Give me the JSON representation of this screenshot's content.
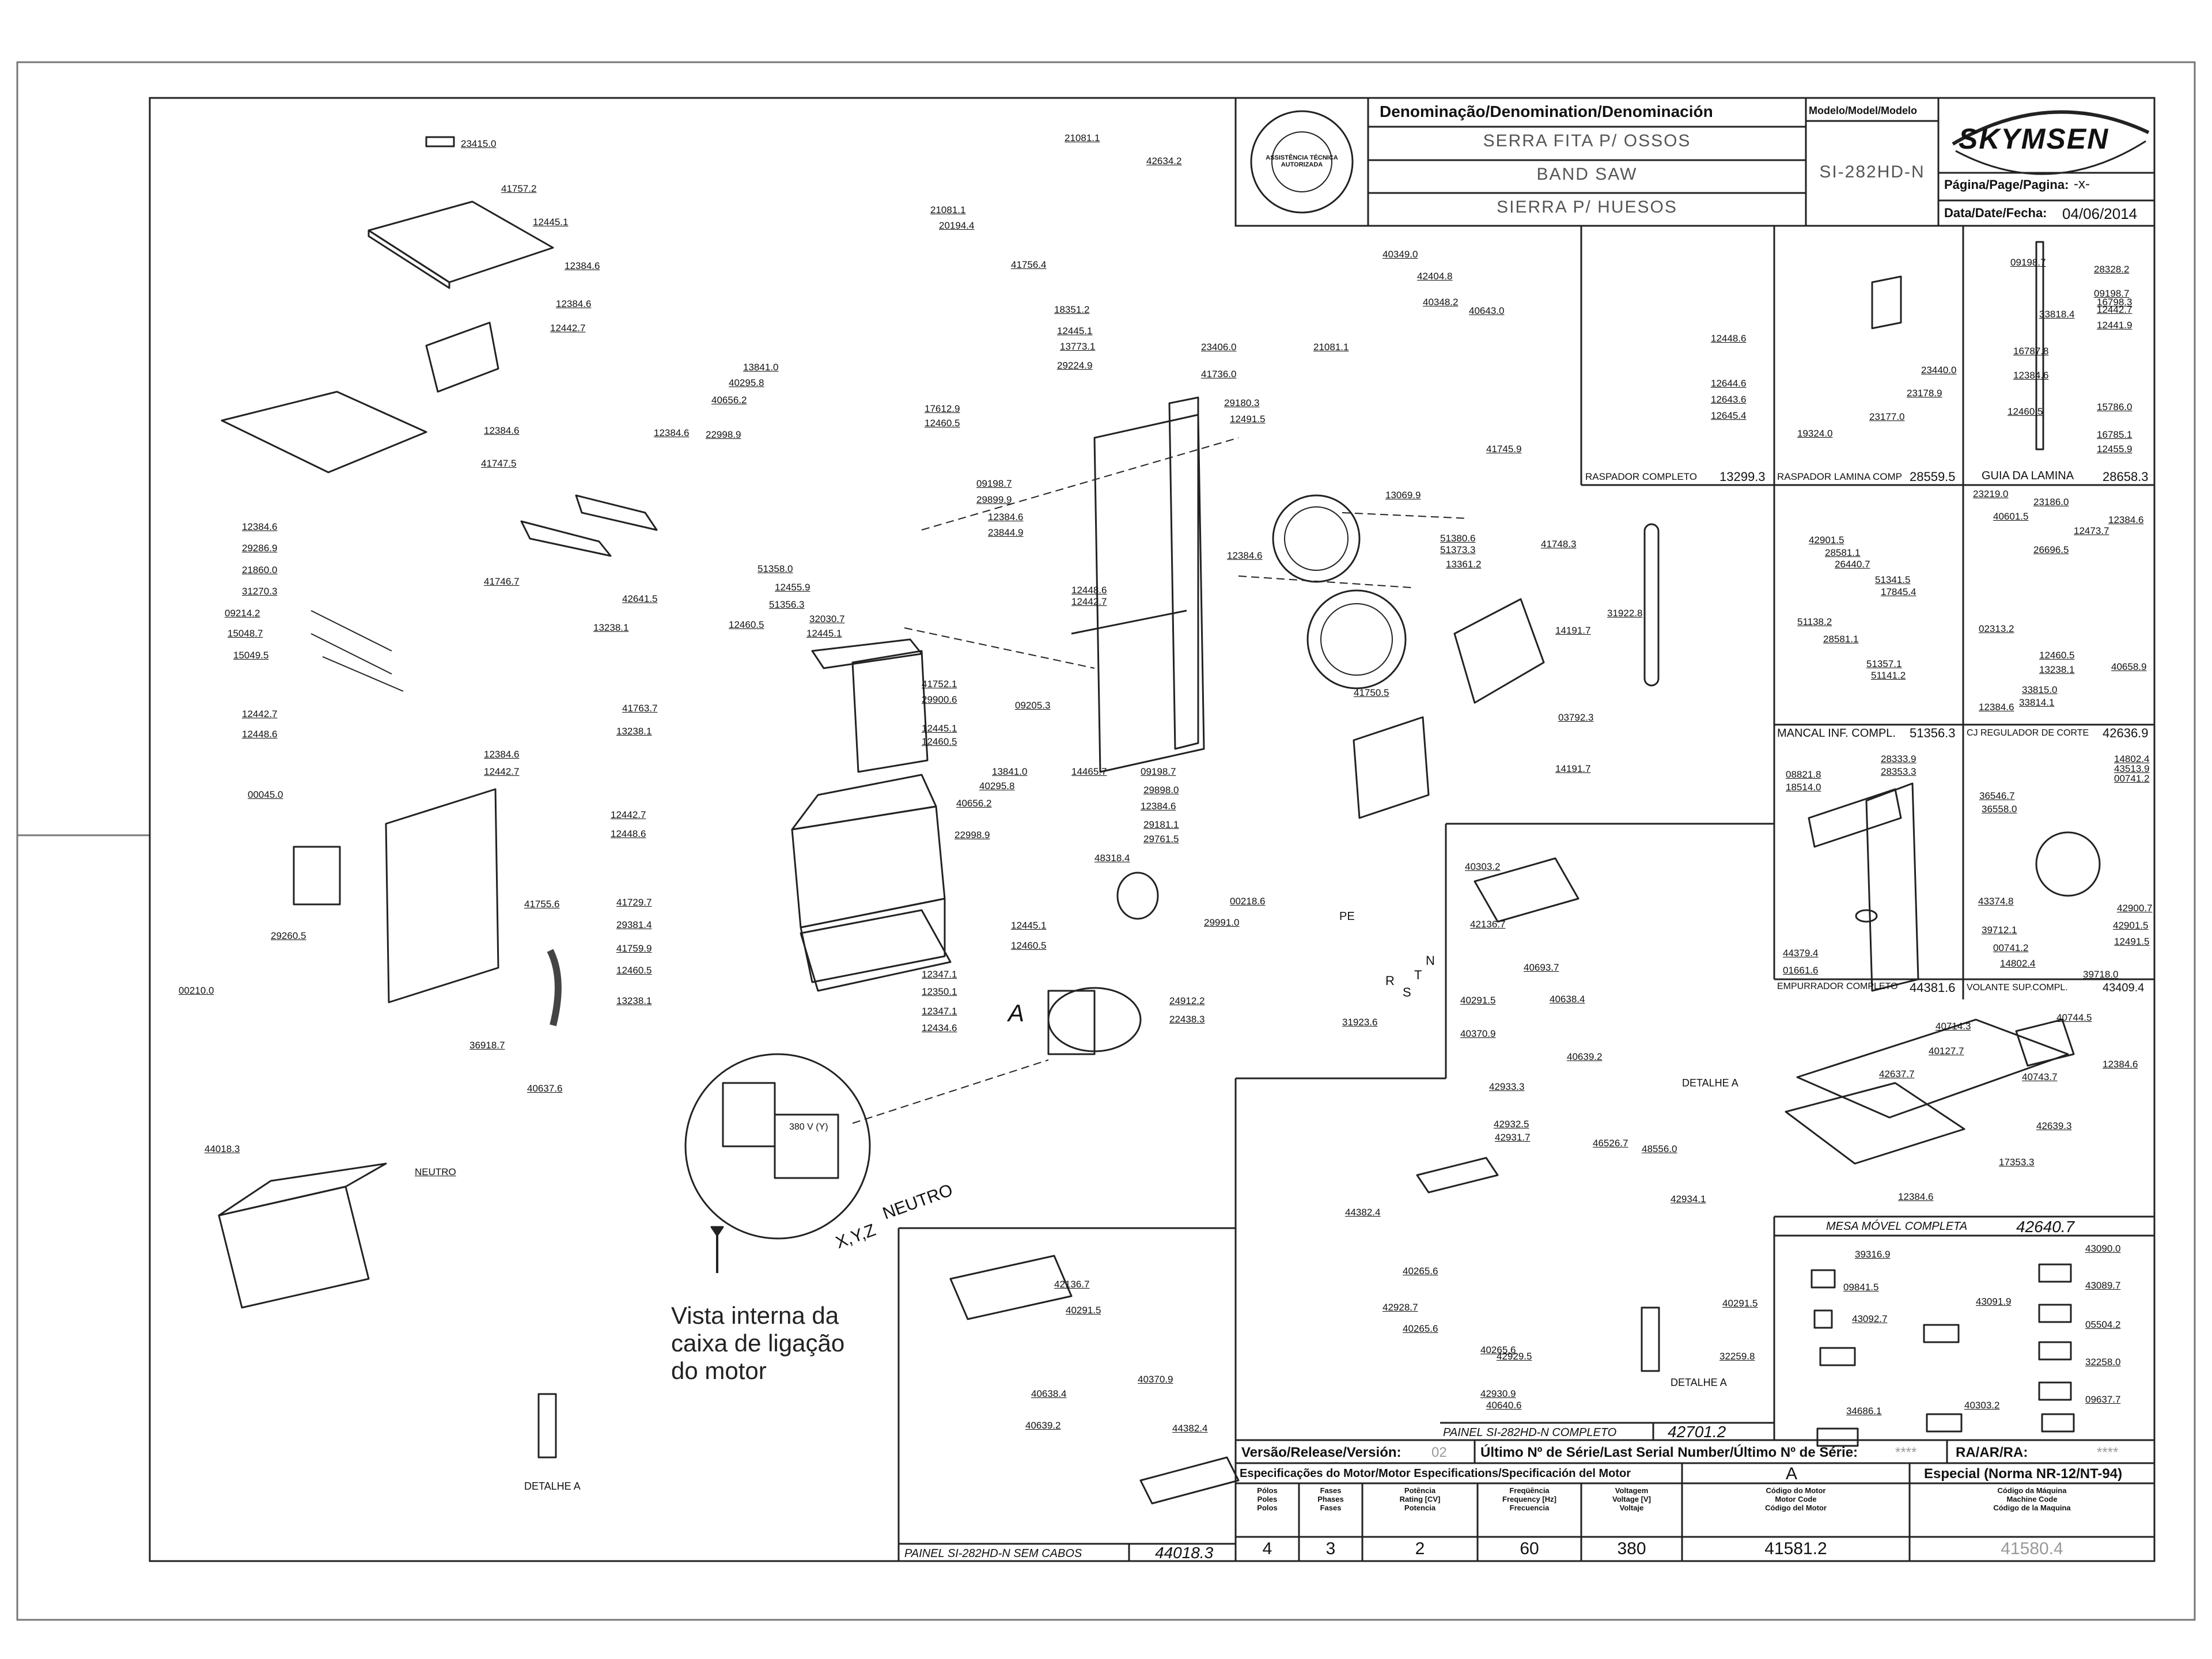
{
  "title_block": {
    "denomination_label": "Denominação/Denomination/Denominación",
    "names": [
      "SERRA FITA P/ OSSOS",
      "BAND SAW",
      "SIERRA P/ HUESOS"
    ],
    "model_label": "Modelo/Model/Modelo",
    "model": "SI-282HD-N",
    "brand": "SKYMSEN",
    "page_label": "Página/Page/Pagina:",
    "page_value": "-x-",
    "date_label": "Data/Date/Fecha:",
    "date_value": "04/06/2014",
    "seal_text": "ASSISTÊNCIA TÉCNICA AUTORIZADA"
  },
  "bottom_table": {
    "version_label": "Versão/Release/Versión:",
    "version_value": "02",
    "serial_label": "Último Nº de Série/Last Serial Number/Último Nº de Série:",
    "serial_value": "****",
    "ra_label": "RA/AR/RA:",
    "ra_value": "****",
    "motor_spec_label": "Especificações do Motor/Motor Especifications/Specificación del Motor",
    "motor_letter": "A",
    "special_label": "Especial (Norma NR-12/NT-94)",
    "columns": [
      {
        "header": "Pólos\nPoles\nPolos",
        "value": "4"
      },
      {
        "header": "Fases\nPhases\nFases",
        "value": "3"
      },
      {
        "header": "Potência\nRating [CV]\nPotencia",
        "value": "2"
      },
      {
        "header": "Freqüência\nFrequency [Hz]\nFrecuencia",
        "value": "60"
      },
      {
        "header": "Voltagem\nVoltage [V]\nVoltaje",
        "value": "380"
      },
      {
        "header": "Código do Motor\nMotor Code\nCódigo del Motor",
        "value": "41581.2"
      },
      {
        "header": "Código da Máquina\nMachine Code\nCódigo de la Maquina",
        "value": "41580.4"
      }
    ]
  },
  "subassembly_labels": [
    {
      "name": "RASPADOR COMPLETO",
      "code": "13299.3"
    },
    {
      "name": "RASPADOR LAMINA COMP",
      "code": "28559.5"
    },
    {
      "name": "GUIA DA LAMINA",
      "code": "28658.3"
    },
    {
      "name": "MANCAL INF. COMPL.",
      "code": "51356.3"
    },
    {
      "name": "CJ REGULADOR DE CORTE",
      "code": "42636.9"
    },
    {
      "name": "EMPURRADOR COMPLETO",
      "code": "44381.6"
    },
    {
      "name": "VOLANTE SUP.COMPL.",
      "code": "43409.4"
    },
    {
      "name": "MESA MÓVEL COMPLETA",
      "code": "42640.7"
    },
    {
      "name": "PAINEL SI-282HD-N COMPLETO",
      "code": "42701.2"
    },
    {
      "name": "PAINEL SI-282HD-N SEM CABOS",
      "code": "44018.3"
    }
  ],
  "motor_note": [
    "Vista interna da",
    "caixa de ligação",
    "do motor"
  ],
  "wiring_labels": {
    "voltage": "380 V (Y)",
    "neutro": "NEUTRO",
    "xyz": "X,Y,Z",
    "detail": "DETALHE A",
    "pe": "PE",
    "phases": [
      "R",
      "S",
      "T",
      "N"
    ],
    "motor_tag": "A"
  },
  "part_numbers": [
    "23415.0",
    "41757.2",
    "12445.1",
    "12384.6",
    "12384.6",
    "12442.7",
    "12384.6",
    "41747.5",
    "41746.7",
    "12384.6",
    "29286.9",
    "21860.0",
    "31270.3",
    "09214.2",
    "15048.7",
    "15049.5",
    "12442.7",
    "12448.6",
    "00045.0",
    "29260.5",
    "12384.6",
    "12442.7",
    "41755.6",
    "00210.0",
    "36918.7",
    "44018.3",
    "40637.6",
    "NEUTRO",
    "21081.1",
    "42634.2",
    "21081.1",
    "20194.4",
    "41756.4",
    "13841.0",
    "40295.8",
    "40656.2",
    "22998.9",
    "18351.2",
    "12445.1",
    "13773.1",
    "29224.9",
    "17612.9",
    "12460.5",
    "23406.0",
    "41736.0",
    "29180.3",
    "12491.5",
    "09198.7",
    "29899.9",
    "12384.6",
    "23844.9",
    "12384.6",
    "42641.5",
    "13238.1",
    "51358.0",
    "12455.9",
    "51356.3",
    "32030.7",
    "12445.1",
    "12460.5",
    "12448.6",
    "12442.7",
    "41752.1",
    "29900.6",
    "09205.3",
    "41763.7",
    "13238.1",
    "12442.7",
    "12448.6",
    "12445.1",
    "12460.5",
    "13841.0",
    "40295.8",
    "40656.2",
    "22998.9",
    "41729.7",
    "29381.4",
    "41759.9",
    "12460.5",
    "13238.1",
    "12347.1",
    "12350.1",
    "12347.1",
    "12434.6",
    "48318.4",
    "12445.1",
    "12460.5",
    "24912.2",
    "22438.3",
    "14465.7",
    "09198.7",
    "29898.0",
    "12384.6",
    "29181.1",
    "29761.5",
    "40349.0",
    "42404.8",
    "40348.2",
    "40643.0",
    "21081.1",
    "13069.9",
    "41745.9",
    "51380.6",
    "51373.3",
    "13361.2",
    "41748.3",
    "12384.6",
    "41750.5",
    "03792.3",
    "31922.8",
    "14191.7",
    "14191.7",
    "00218.6",
    "29991.0",
    "31923.6",
    "12448.6",
    "12644.6",
    "12643.6",
    "12645.4",
    "23440.0",
    "23178.9",
    "23177.0",
    "19324.0",
    "09198.7",
    "28328.2",
    "09198.7",
    "16798.3",
    "12442.7",
    "12441.9",
    "33818.4",
    "16787.8",
    "12384.6",
    "15786.0",
    "16785.1",
    "12460.5",
    "12455.9",
    "42901.5",
    "28581.1",
    "26440.7",
    "51341.5",
    "17845.4",
    "51138.2",
    "28581.1",
    "51357.1",
    "51141.2",
    "23219.0",
    "23186.0",
    "40601.5",
    "12473.7",
    "26696.5",
    "12384.6",
    "02313.2",
    "12460.5",
    "13238.1",
    "33815.0",
    "33814.1",
    "12384.6",
    "40658.9",
    "08821.8",
    "18514.0",
    "28333.9",
    "28353.3",
    "44379.4",
    "01661.6",
    "14802.4",
    "43513.9",
    "00741.2",
    "36546.7",
    "36558.0",
    "43374.8",
    "42900.7",
    "39712.1",
    "42901.5",
    "00741.2",
    "14802.4",
    "12491.5",
    "39718.0",
    "40714.3",
    "40127.7",
    "40744.5",
    "12384.6",
    "42637.7",
    "40743.7",
    "42639.3",
    "17353.3",
    "12384.6",
    "40303.2",
    "42136.7",
    "40693.7",
    "40291.5",
    "40370.9",
    "40638.4",
    "40639.2",
    "42933.3",
    "42932.5",
    "42931.7",
    "46526.7",
    "48556.0",
    "44382.4",
    "42934.1",
    "40265.6",
    "42928.7",
    "40265.6",
    "40265.6",
    "42929.5",
    "42930.9",
    "40640.6",
    "40291.5",
    "32259.8",
    "39316.9",
    "09841.5",
    "43092.7",
    "43091.9",
    "43090.0",
    "43089.7",
    "05504.2",
    "32258.0",
    "09637.7",
    "34686.1",
    "40303.2",
    "42136.7",
    "40291.5",
    "40638.4",
    "40370.9",
    "40639.2",
    "44382.4"
  ]
}
